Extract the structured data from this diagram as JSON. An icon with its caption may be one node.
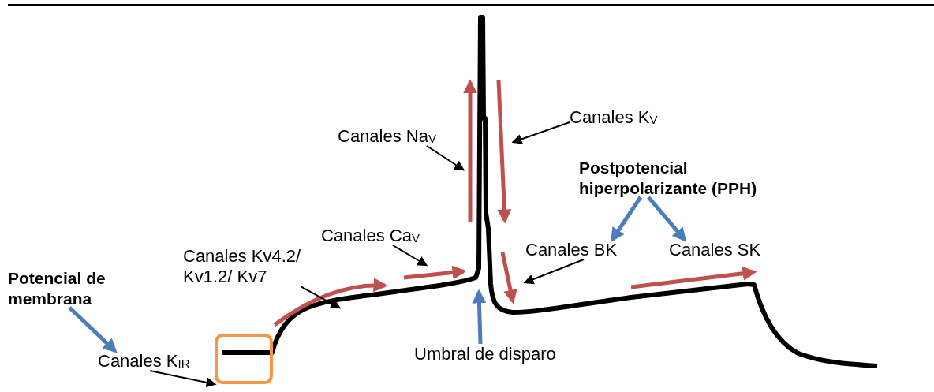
{
  "diagram": {
    "nodes": [
      {
        "text": [
          "Potencial de membrana"
        ]
      },
      {
        "text": [
          "Canales K$_{IR}$"
        ]
      },
      {
        "text": [],
        "shape": "box"
      },
      {
        "text": [
          "Canales Kv4.2/ Kv1.2/ Kv7"
        ]
      },
      {
        "text": [
          "Canales Ca$_{V}$"
        ]
      },
      {
        "text": [
          "Canales Na$_{V}$"
        ]
      },
      {
        "text": [
          "Canales K$_{V}$"
        ]
      },
      {
        "text": [
          "Postpotencial hiperpolarizante (PPH)"
        ]
      },
      {
        "text": [
          "Canales BK"
        ]
      },
      {
        "text": [
          "Canales SK"
        ]
      },
      {
        "text": [
          "Umbral de disparo"
        ]
      }
    ],
    "edges": [
      {
        "from": 0,
        "to": 1,
        "arrow": "to",
        "style": "thick",
        "color": "#4a7ebb"
      },
      {
        "from": 1,
        "to": 2,
        "arrow": "to"
      },
      {
        "from": 3,
        "to": null,
        "arrow": "to"
      },
      {
        "from": 4,
        "to": null,
        "arrow": "to"
      },
      {
        "from": 5,
        "to": null,
        "arrow": "to"
      },
      {
        "from": 6,
        "to": null,
        "arrow": "to"
      },
      {
        "from": 7,
        "to": 8,
        "arrow": "to",
        "style": "thick",
        "color": "#4a7ebb"
      },
      {
        "from": 7,
        "to": 9,
        "arrow": "to",
        "style": "thick",
        "color": "#4a7ebb"
      },
      {
        "from": 8,
        "to": null,
        "arrow": "to"
      },
      {
        "from": 10,
        "to": null,
        "arrow": "to",
        "style": "thick",
        "color": "#4a7ebb"
      }
    ]
  }
}
